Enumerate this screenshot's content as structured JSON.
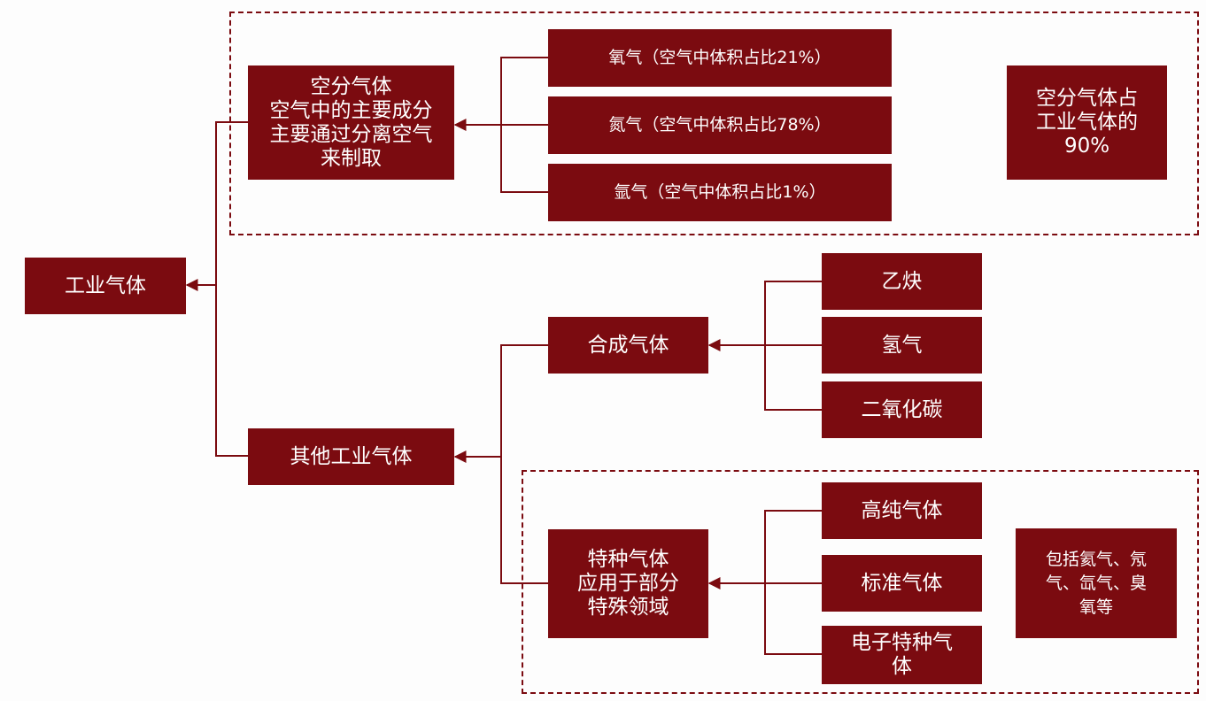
{
  "colors": {
    "box": "#7b0b10",
    "line": "#7b0b10",
    "text": "#ffffff",
    "background": "#fdfdfd"
  },
  "nodes": {
    "root": "工业气体",
    "air": "空分气体\n空气中的主要成分\n主要通过分离空气\n来制取",
    "oxygen": "氧气（空气中体积占比21%）",
    "nitrogen": "氮气（空气中体积占比78%）",
    "argon": "氩气（空气中体积占比1%）",
    "air_share": "空分气体占\n工业气体的\n90%",
    "other": "其他工业气体",
    "synth": "合成气体",
    "acetylene": "乙炔",
    "hydrogen": "氢气",
    "co2": "二氧化碳",
    "special": "特种气体\n应用于部分\n特殊领域",
    "high_purity": "高纯气体",
    "standard": "标准气体",
    "electronic": "电子特种气\n体",
    "special_note": "包括氦气、氖\n气、氙气、臭\n氧等"
  }
}
